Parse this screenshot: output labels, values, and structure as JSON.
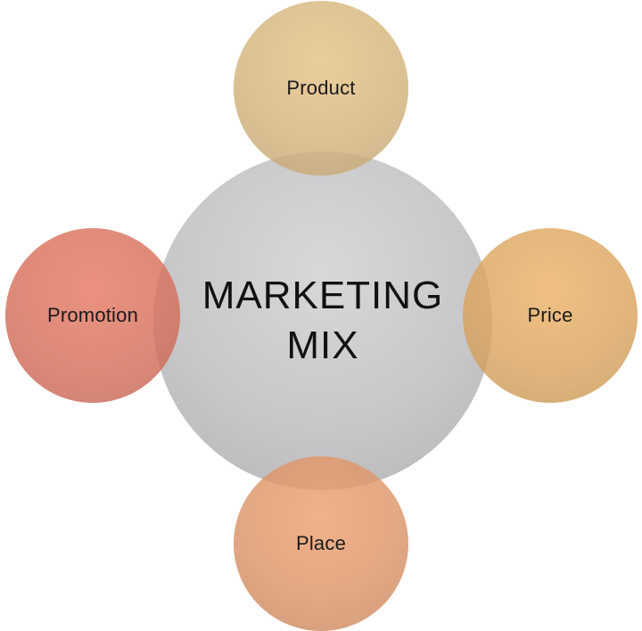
{
  "center": {
    "line1": "MARKETING",
    "line2": "MIX",
    "color": "#c8c8ca"
  },
  "satellites": {
    "product": {
      "label": "Product",
      "color": "#d4b47c"
    },
    "price": {
      "label": "Price",
      "color": "#dba560"
    },
    "place": {
      "label": "Place",
      "color": "#dc9468"
    },
    "promotion": {
      "label": "Promotion",
      "color": "#d6705c"
    }
  }
}
